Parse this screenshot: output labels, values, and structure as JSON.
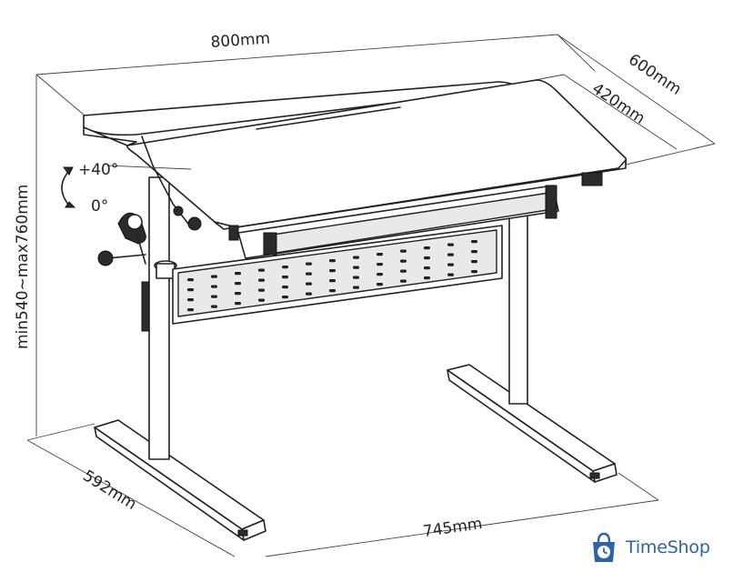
{
  "dimensions": {
    "width_top": "800mm",
    "depth_top": "600mm",
    "depth_tilt_panel": "420mm",
    "height_range": "min540~max760mm",
    "base_depth": "592mm",
    "base_width": "745mm",
    "tilt_max": "+40°",
    "tilt_min": "0°"
  },
  "brand": {
    "name": "TimeShop",
    "color": "#2d63a8",
    "icon": "shopping-bag-clock-icon"
  }
}
